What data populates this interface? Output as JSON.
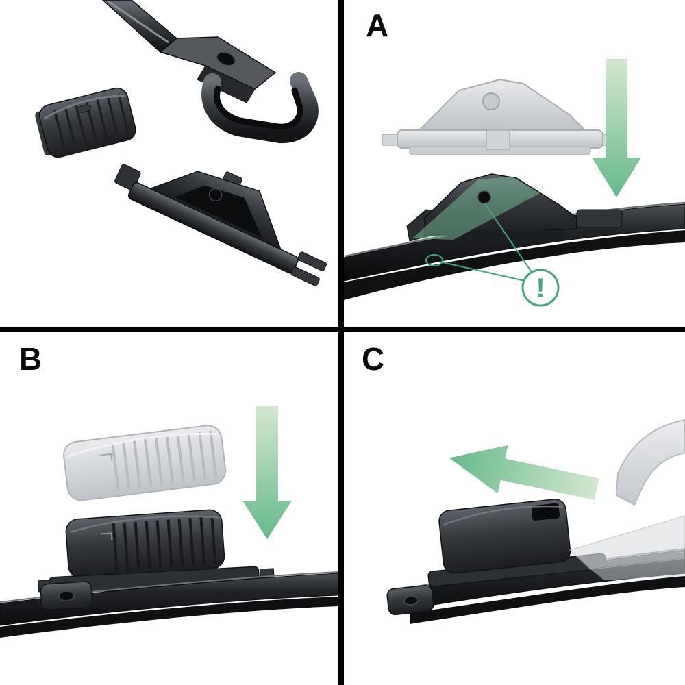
{
  "panels": {
    "a": {
      "label": "A"
    },
    "b": {
      "label": "B"
    },
    "c": {
      "label": "C"
    }
  },
  "warning": {
    "symbol": "!"
  },
  "colors": {
    "background": "#ffffff",
    "divider": "#000000",
    "arrow_green_light": "#d3e7cf",
    "arrow_green": "#66b98b",
    "warning_green": "#44a37b",
    "part_dark": "#17191b",
    "ghost_gray": "#d6d9dc"
  },
  "icons": {
    "panel_a_arrow": "arrow-down-icon",
    "panel_b_arrow": "arrow-down-icon",
    "panel_c_arrow": "arrow-left-icon",
    "warning_badge": "exclamation-icon"
  }
}
